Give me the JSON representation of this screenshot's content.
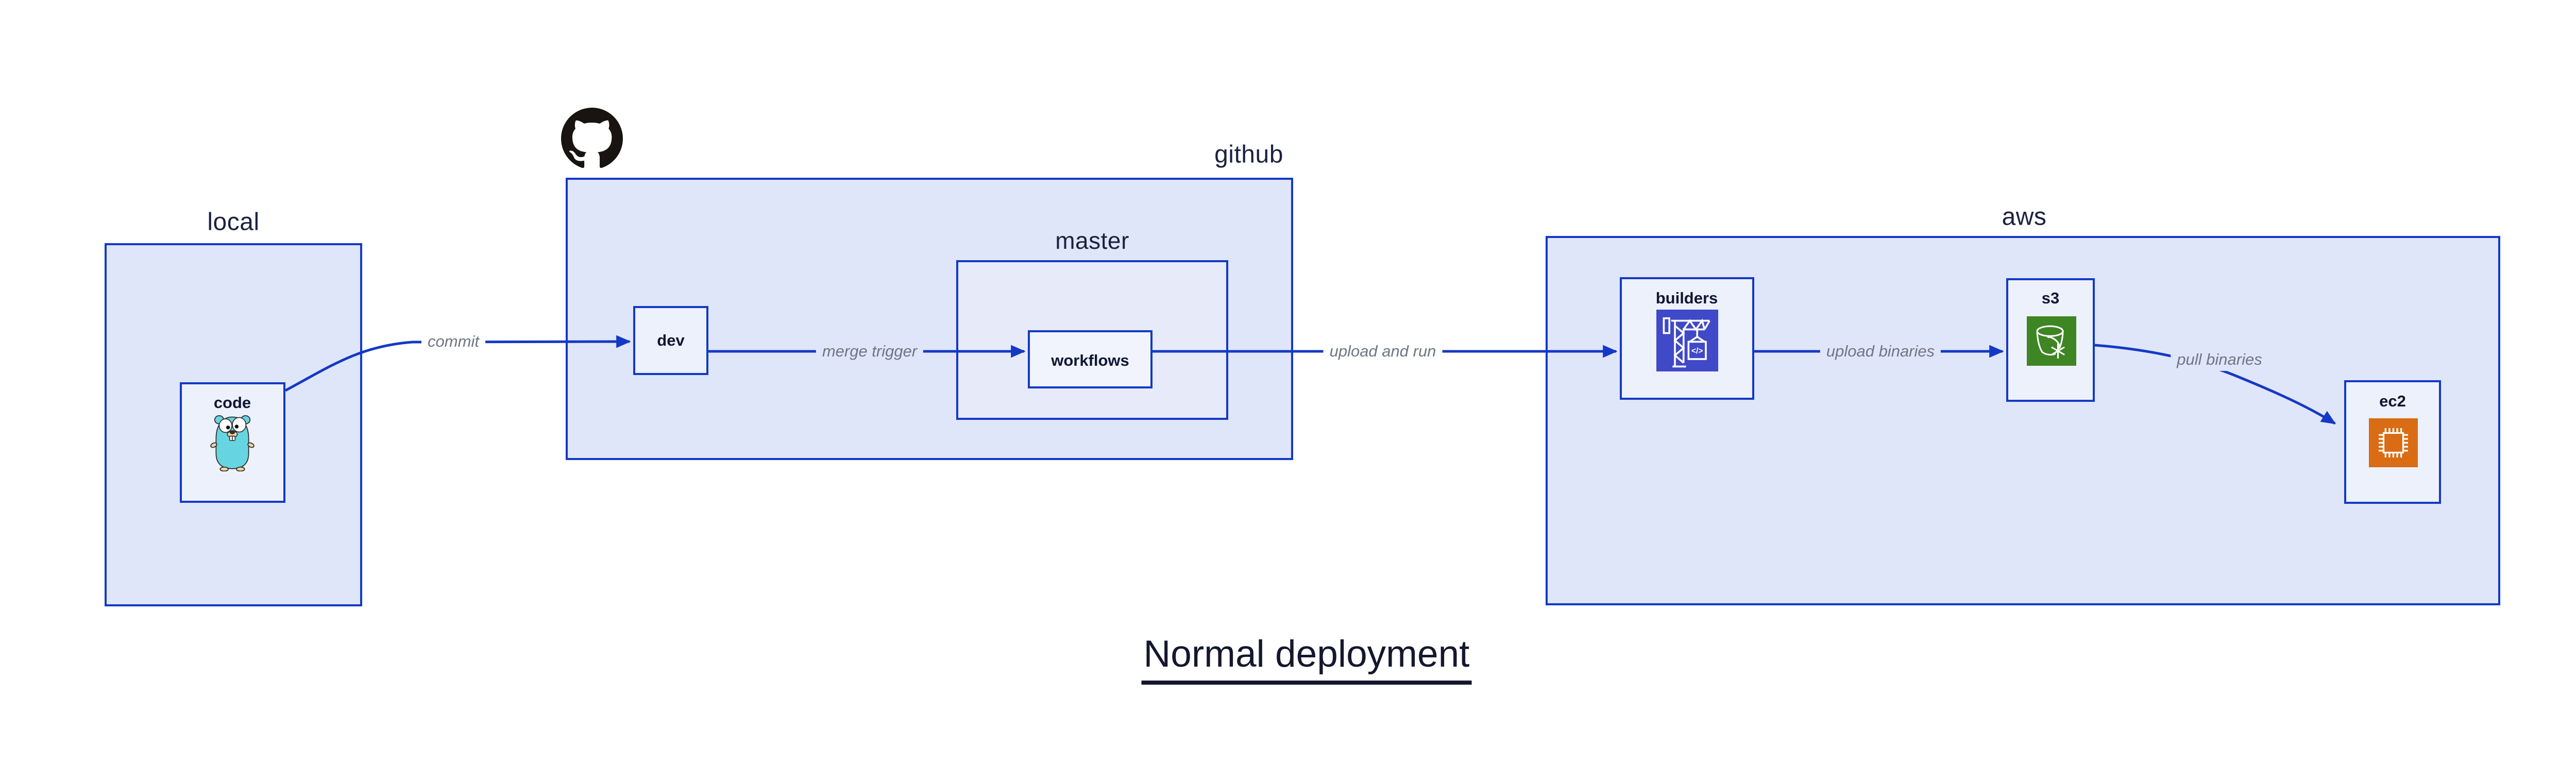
{
  "diagram": {
    "title": "Normal deployment",
    "groups": {
      "local": {
        "label": "local"
      },
      "github": {
        "label": "github"
      },
      "master": {
        "label": "master"
      },
      "aws": {
        "label": "aws"
      }
    },
    "nodes": {
      "code": {
        "label": "code",
        "icon": "go-gopher-icon"
      },
      "dev": {
        "label": "dev"
      },
      "workflows": {
        "label": "workflows"
      },
      "builders": {
        "label": "builders",
        "icon": "aws-codebuild-crane-icon",
        "glyph": "</>"
      },
      "s3": {
        "label": "s3",
        "icon": "aws-s3-glacier-bucket-icon"
      },
      "ec2": {
        "label": "ec2",
        "icon": "aws-ec2-chip-icon"
      }
    },
    "edges": {
      "commit": {
        "label": "commit",
        "from": "code",
        "to": "dev"
      },
      "merge_trigger": {
        "label": "merge trigger",
        "from": "dev",
        "to": "workflows"
      },
      "upload_and_run": {
        "label": "upload and run",
        "from": "workflows",
        "to": "builders"
      },
      "upload_binaries": {
        "label": "upload binaries",
        "from": "builders",
        "to": "s3"
      },
      "pull_binaries": {
        "label": "pull binaries",
        "from": "s3",
        "to": "ec2"
      }
    },
    "icons": {
      "github_logo": "octocat-mark-icon"
    },
    "colors": {
      "canvas_bg": "#FFFFFF",
      "stroke_blue": "#1339C6",
      "group_fill": "#E0E6FA",
      "node_fill": "#EDF1FB",
      "master_fill": "#E7EBF9",
      "workflows_fill": "#F1F4FC",
      "edge_label_gray": "#6F7583",
      "group_label_navy": "#1B2140",
      "node_label_navy": "#0F1733",
      "title_navy": "#14172E",
      "octocat_black": "#191411",
      "gopher_teal": "#66D5E1",
      "gopher_tan": "#F2D1A4",
      "codebuild_indigo": "#4049C7",
      "s3_green": "#3E8523",
      "ec2_orange": "#D96C14"
    }
  }
}
